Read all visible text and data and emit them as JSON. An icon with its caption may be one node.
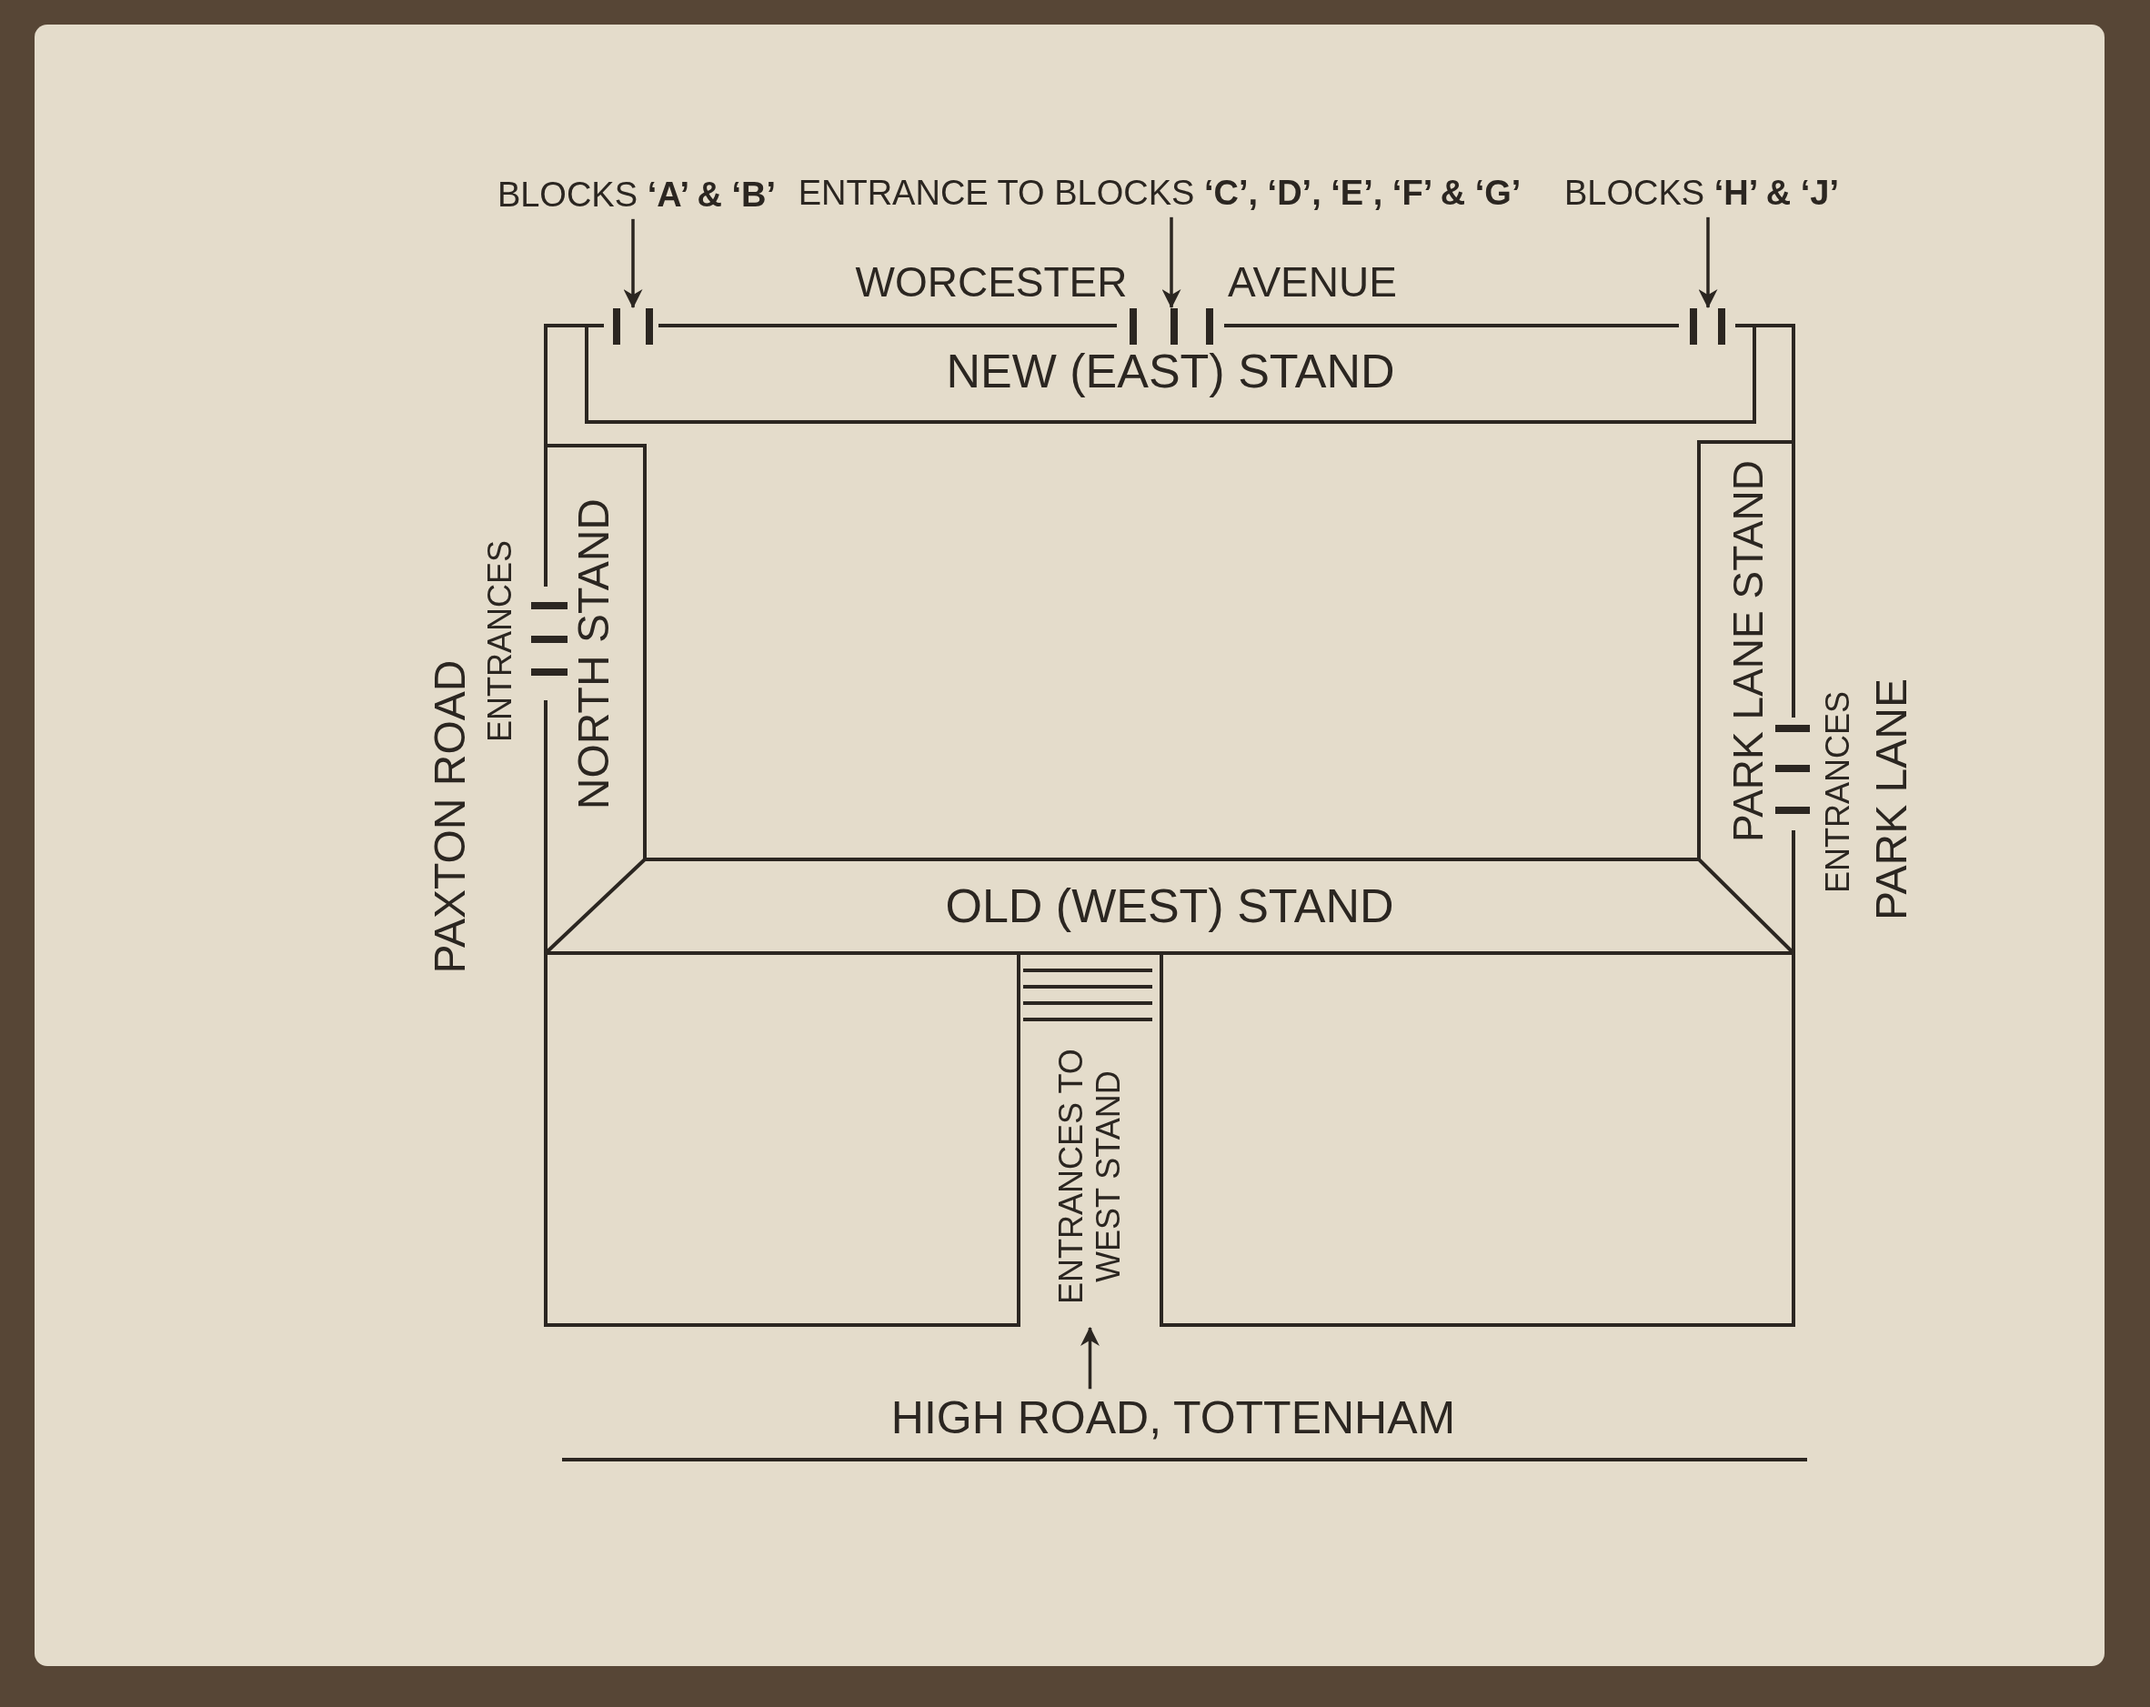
{
  "diagram": {
    "nodes": [
      {
        "text": [
          "BLOCKS **‘A’ & ‘B’**"
        ]
      },
      {
        "text": [
          "ENTRANCE TO BLOCKS **‘C’, ‘D’, ‘E’, ‘F’ & ‘G’**"
        ]
      },
      {
        "text": [
          "BLOCKS **‘H’ & ‘J’**"
        ]
      },
      {
        "text": [],
        "shape": "bar"
      },
      {
        "text": [],
        "shape": "bar"
      },
      {
        "text": [],
        "shape": "bar"
      },
      {
        "text": [
          "NEW (EAST) STAND"
        ]
      },
      {
        "text": [
          "NORTH STAND"
        ]
      },
      {
        "text": [
          "PARK LANE STAND"
        ]
      },
      {
        "text": [
          "OLD (WEST) STAND"
        ]
      },
      {
        "text": [
          "ENTRANCES TO WEST STAND"
        ]
      },
      {
        "text": [
          "HIGH ROAD, TOTTENHAM"
        ]
      }
    ],
    "edges": [
      {
        "from": 0,
        "to": 3,
        "arrow": "to"
      },
      {
        "from": 1,
        "to": 4,
        "arrow": "to"
      },
      {
        "from": 2,
        "to": 5,
        "arrow": "to"
      },
      {
        "from": 11,
        "to": 10,
        "arrow": "to"
      }
    ],
    "labels": [
      "WORCESTER",
      "AVENUE",
      "PAXTON ROAD",
      "ENTRANCES",
      "ENTRANCES",
      "PARK LANE"
    ]
  }
}
